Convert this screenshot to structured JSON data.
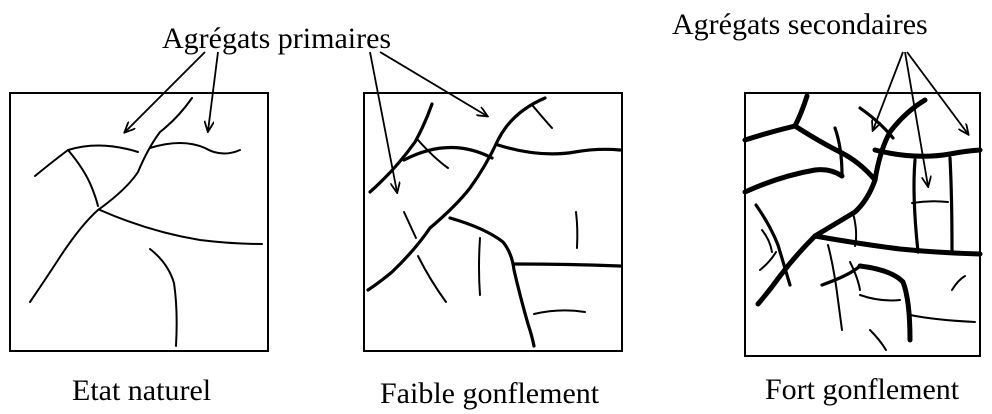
{
  "labels": {
    "primary_aggregates": "Agrégats primaires",
    "secondary_aggregates": "Agrégats secondaires"
  },
  "panels": [
    {
      "caption": "Etat naturel"
    },
    {
      "caption": "Faible gonflement"
    },
    {
      "caption": "Fort gonflement"
    }
  ],
  "colors": {
    "line": "#000000",
    "background": "#ffffff"
  }
}
